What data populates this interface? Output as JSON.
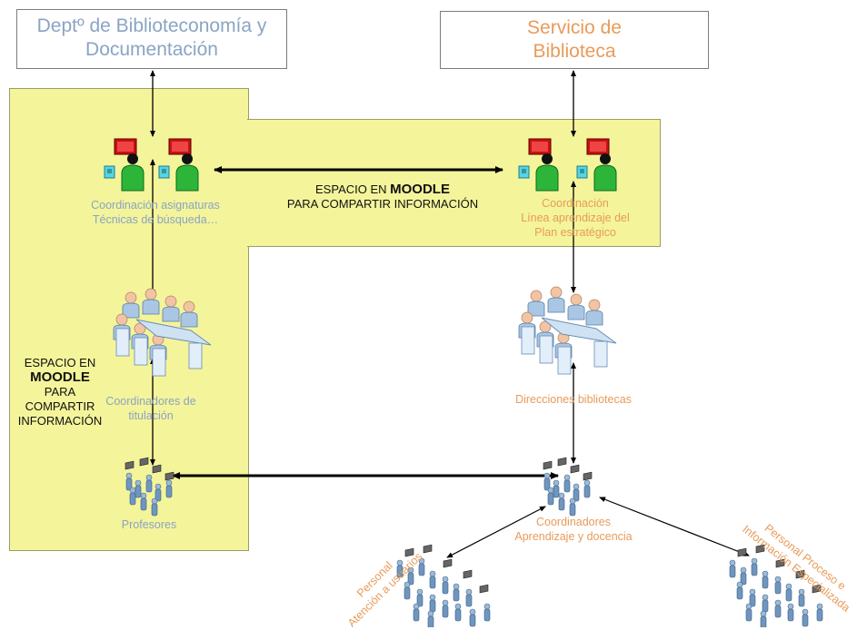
{
  "top_boxes": {
    "dept_line1": "Deptº de Biblioteconomía y",
    "dept_line2": "Documentación",
    "servicio_line1": "Servicio de",
    "servicio_line2": "Biblioteca"
  },
  "moodle_horizontal": {
    "line1_prefix": "ESPACIO EN ",
    "line1_bold": "MOODLE",
    "line2": "PARA COMPARTIR INFORMACIÓN"
  },
  "moodle_vertical": {
    "line1": "ESPACIO EN",
    "line2": "MOODLE",
    "line3": "PARA",
    "line4": "COMPARTIR",
    "line5": "INFORMACIÓN"
  },
  "labels": {
    "coord_asig_1": "Coordinación asignaturas",
    "coord_asig_2": "Técnicas de búsqueda…",
    "coord_linea_1": "Coordinación",
    "coord_linea_2": "Línea aprendizaje del",
    "coord_linea_3": "Plan estratégico",
    "coord_tit_1": "Coordinadores de",
    "coord_tit_2": "titulación",
    "direcciones": "Direcciones bibliotecas",
    "profesores": "Profesores",
    "coord_apr_1": "Coordinadores",
    "coord_apr_2": "Aprendizaje y docencia",
    "personal_at_1": "Personal",
    "personal_at_2": "Atención a usuarios",
    "personal_pr_1": "Personal Proceso e",
    "personal_pr_2": "Información Especializada"
  },
  "colors": {
    "panel": "#f4f49b",
    "blue_text": "#8aa4c4",
    "orange_text": "#e89b5a",
    "person_green": "#2db53a",
    "monitor_red": "#cc1111"
  }
}
